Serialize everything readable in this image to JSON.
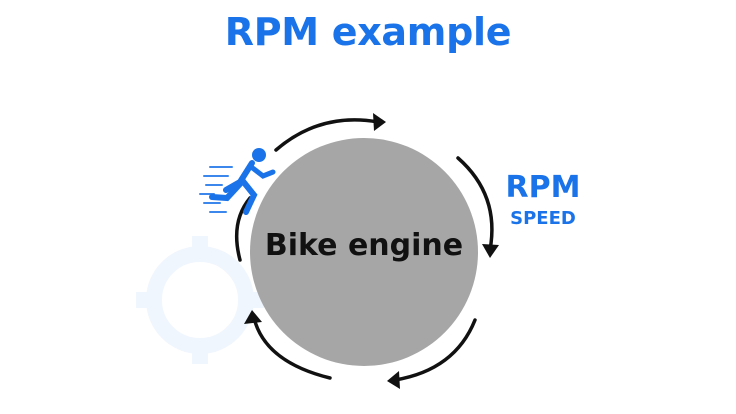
{
  "title": "RPM example",
  "diagram": {
    "center_label": "Bike engine",
    "side_label": "RPM",
    "side_sublabel": "SPEED",
    "runner_icon": "runner-icon",
    "watermark_icon": "gear-watermark-icon"
  },
  "colors": {
    "accent": "#1a73e8",
    "engine_fill": "#a6a6a6",
    "arrow": "#111111",
    "text": "#111111",
    "background": "#ffffff"
  }
}
